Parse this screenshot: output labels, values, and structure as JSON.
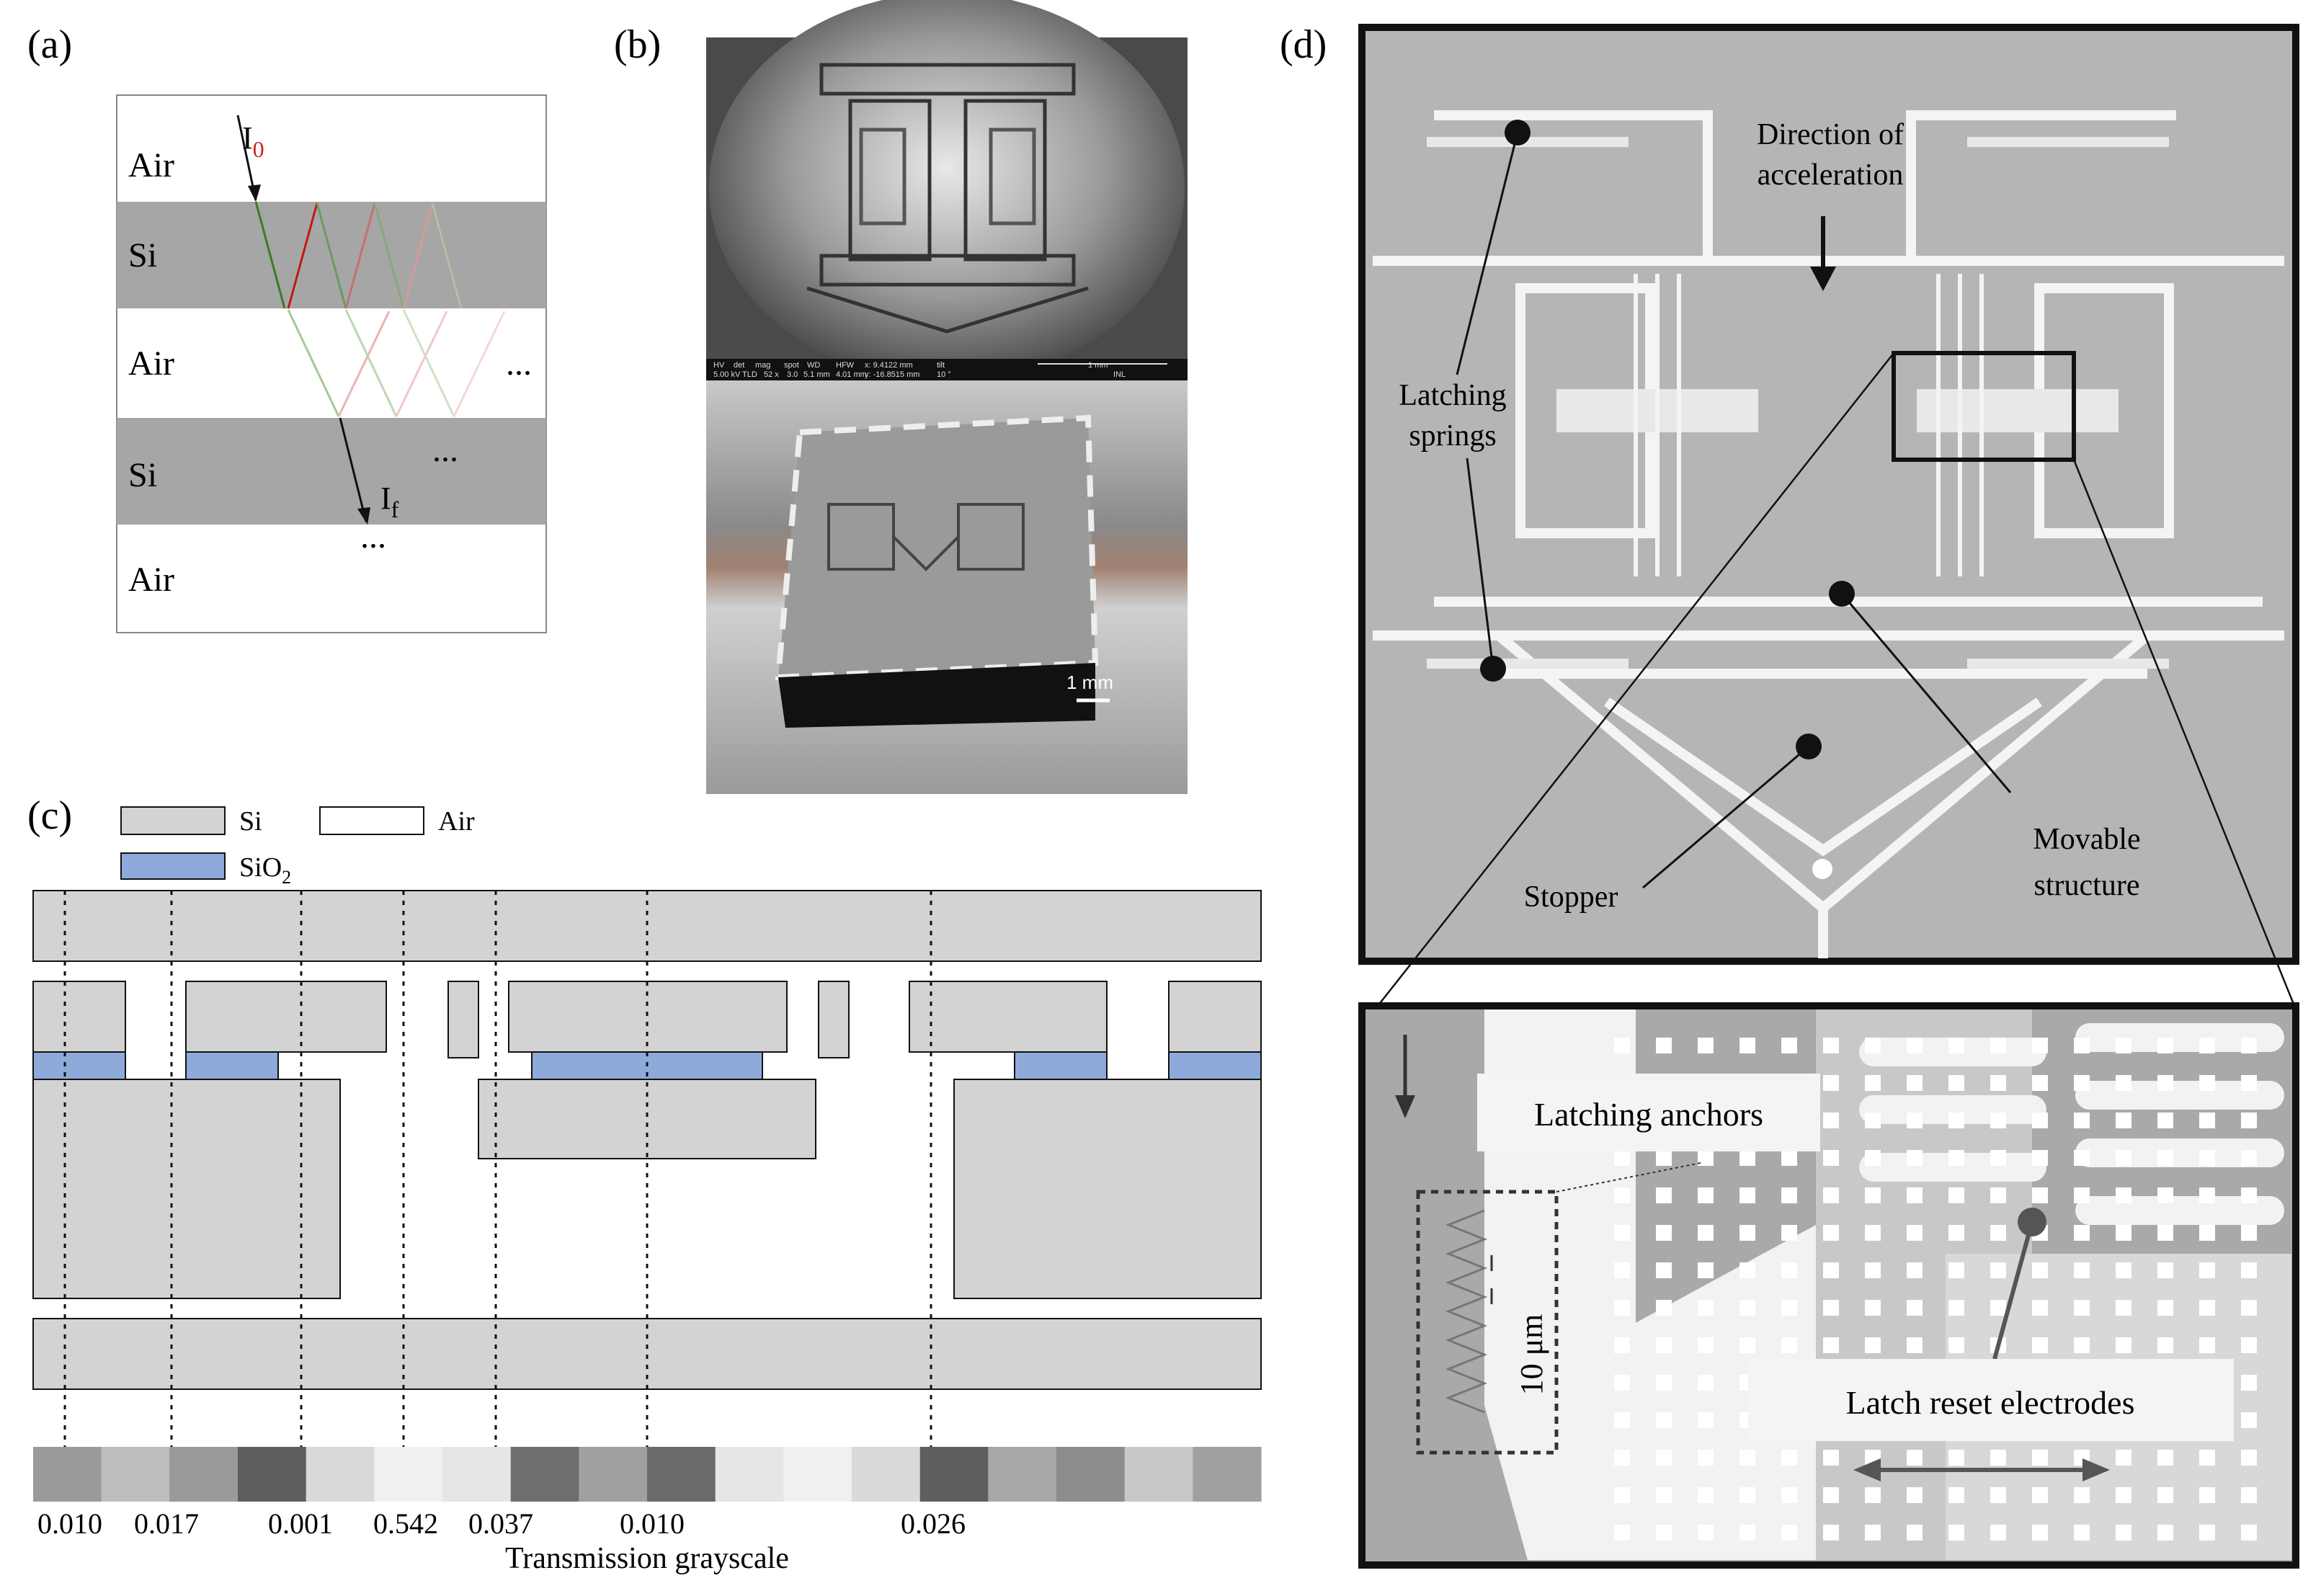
{
  "panel_a": {
    "label": "(a)",
    "layers": [
      "Air",
      "Si",
      "Air",
      "Si",
      "Air"
    ],
    "incident": "I",
    "incident_sub": "0",
    "final": "I",
    "final_sub": "f",
    "ellipsis": "..."
  },
  "panel_b": {
    "label": "(b)",
    "scale_bar": "1 mm",
    "sem_footer": [
      "HV",
      "det",
      "mag",
      "spot",
      "WD",
      "HFW",
      "x: 9.4122 mm",
      "tilt",
      "1 mm",
      "5.00 kV",
      "TLD",
      "52 x",
      "3.0",
      "5.1 mm",
      "4.01 mm",
      "y: -16.8515 mm",
      "10 °",
      "INL"
    ]
  },
  "panel_c": {
    "label": "(c)",
    "legend": {
      "si": "Si",
      "air": "Air",
      "sio2": "SiO",
      "sio2_sub": "2"
    },
    "values": [
      "0.010",
      "0.017",
      "0.001",
      "0.542",
      "0.037",
      "0.010",
      "0.026"
    ],
    "axis_title": "Transmission grayscale",
    "strip_grays": [
      "#9a9a9a",
      "#bdbdbd",
      "#9a9a9a",
      "#5e5e5e",
      "#d9d9d9",
      "#f0f0f0",
      "#e6e6e6",
      "#6e6e6e",
      "#a0a0a0",
      "#6a6a6a",
      "#e6e6e6",
      "#f0f0f0",
      "#dadada",
      "#5f5f5f",
      "#a8a8a8",
      "#8c8c8c",
      "#c8c8c8",
      "#a0a0a0"
    ],
    "colors": {
      "si": "#d3d3d3",
      "sio2": "#8eaadb"
    }
  },
  "panel_d": {
    "label": "(d)",
    "direction": [
      "Direction of",
      "acceleration"
    ],
    "latching_springs": [
      "Latching",
      "springs"
    ],
    "movable": [
      "Movable",
      "structure"
    ],
    "stopper": "Stopper",
    "latching_anchors": "Latching anchors",
    "latch_reset": "Latch reset electrodes",
    "scale": "10 μm"
  }
}
